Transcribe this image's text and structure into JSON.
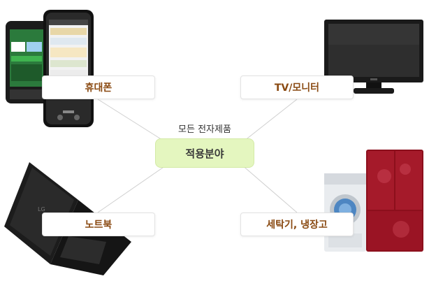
{
  "diagram": {
    "center_label": "적용분야",
    "center_caption": "모든 전자제품",
    "nodes": {
      "phone": "휴대폰",
      "tv": "TV/모니터",
      "laptop": "노트북",
      "appliance": "세탁기, 냉장고"
    }
  },
  "colors": {
    "label_text": "#8a4a12",
    "center_fill": "#e4f6bf",
    "connector": "#cfcfcf"
  }
}
